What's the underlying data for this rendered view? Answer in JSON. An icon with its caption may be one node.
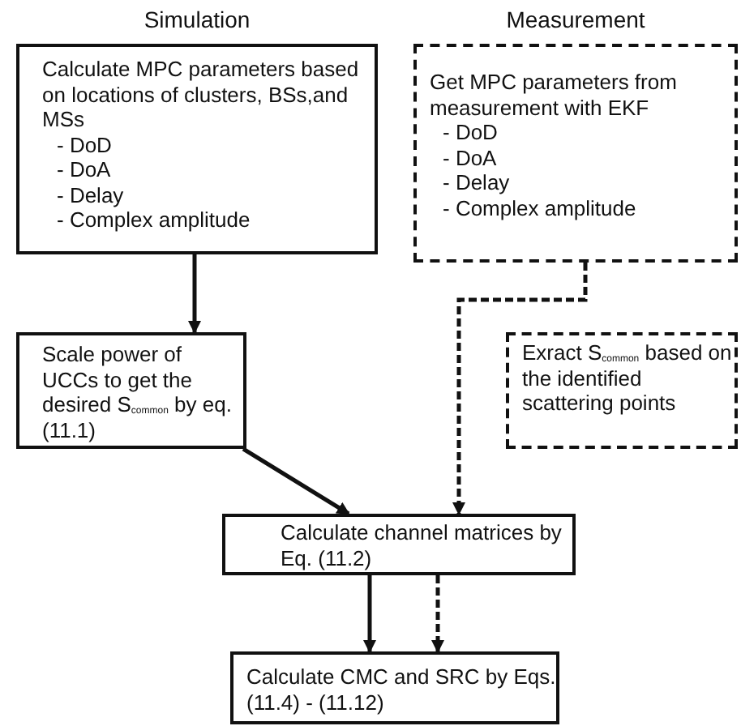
{
  "diagram": {
    "nodes": [
      {
        "text": [
          "Calculate MPC parameters based on locations of clusters, BSs,and MSs",
          "- DoD",
          "- DoA",
          "- Delay",
          "- Complex amplitude"
        ]
      },
      {
        "text": [
          "Get MPC parameters from measurement with EKF",
          "- DoD",
          "- DoA",
          "- Delay",
          "- Complex amplitude"
        ]
      },
      {
        "text": [
          "Scale power of UCCs to get the desired S$_{common}$ by eq. (11.1)"
        ]
      },
      {
        "text": [
          "Exract S$_{common}$ based on the identified scattering points"
        ]
      },
      {
        "text": [
          "Calculate channel matrices by Eq. (11.2)"
        ]
      },
      {
        "text": [
          "Calculate CMC and SRC by Eqs. (11.4) - (11.12)"
        ]
      }
    ],
    "edges": [
      {
        "from": 0,
        "to": 2,
        "arrow": "to"
      },
      {
        "from": 2,
        "to": 4,
        "arrow": "to"
      },
      {
        "from": 1,
        "to": 4,
        "arrow": "to",
        "style": "dashed"
      },
      {
        "from": 4,
        "to": 5,
        "arrow": "to"
      },
      {
        "from": 4,
        "to": 5,
        "arrow": "to",
        "style": "dashed"
      }
    ],
    "labels": [
      "Simulation",
      "Measurement"
    ]
  }
}
